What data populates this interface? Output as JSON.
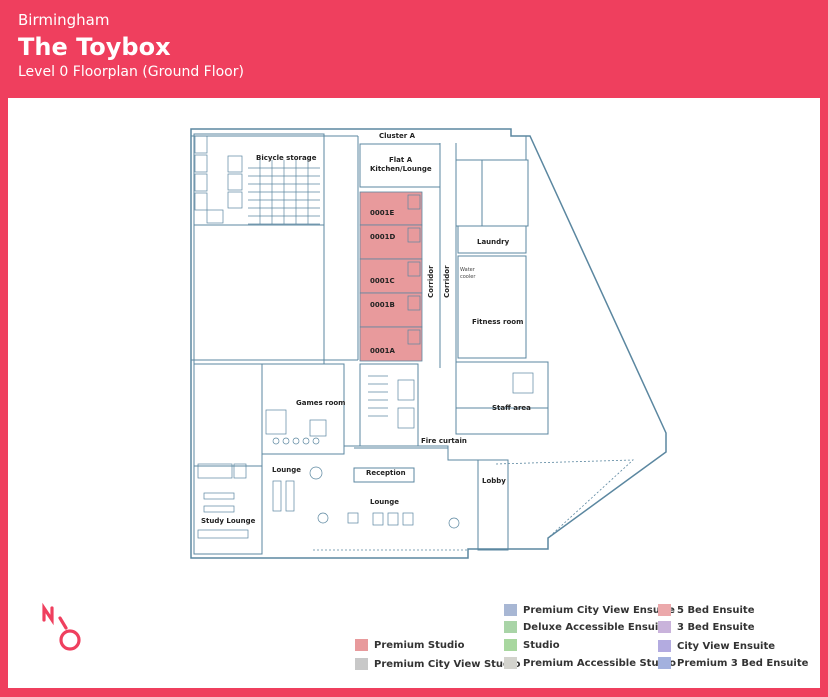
{
  "header": {
    "city": "Birmingham",
    "title": "The Toybox",
    "subtitle": "Level 0 Floorplan (Ground Floor)"
  },
  "plan": {
    "labels": {
      "cluster_a": "Cluster A",
      "bicycle_storage": "Bicycle storage",
      "flat_a_line1": "Flat A",
      "flat_a_line2": "Kitchen/Lounge",
      "laundry": "Laundry",
      "water_line1": "Water",
      "water_line2": "cooler",
      "fitness": "Fitness room",
      "corridor_1": "Corridor",
      "corridor_2": "Corridor",
      "games": "Games room",
      "staff": "Staff area",
      "fire": "Fire curtain",
      "reception": "Reception",
      "lounge_small": "Lounge",
      "lounge_main": "Lounge",
      "lobby": "Lobby",
      "study": "Study Lounge"
    },
    "rooms": [
      {
        "id": "0001E",
        "type": "Premium Studio"
      },
      {
        "id": "0001D",
        "type": "Premium Studio"
      },
      {
        "id": "0001C",
        "type": "Premium Studio"
      },
      {
        "id": "0001B",
        "type": "Premium Studio"
      },
      {
        "id": "0001A",
        "type": "Premium Studio"
      }
    ]
  },
  "legend": {
    "items": [
      {
        "label": "Premium Studio",
        "color": "#e89a9c"
      },
      {
        "label": "Premium City View Studio",
        "color": "#c8c8c8"
      },
      {
        "label": "Premium City View Ensuite",
        "color": "#a8b7d4"
      },
      {
        "label": "Deluxe Accessible Ensuite",
        "color": "#a9d4a7"
      },
      {
        "label": "Studio",
        "color": "#a8d79f"
      },
      {
        "label": "Premium Accessible Studio",
        "color": "#d3d3cd"
      },
      {
        "label": "5 Bed Ensuite",
        "color": "#eba8ab"
      },
      {
        "label": "3 Bed Ensuite",
        "color": "#c9b3db"
      },
      {
        "label": "City View Ensuite",
        "color": "#b3abe0"
      },
      {
        "label": "Premium 3 Bed Ensuite",
        "color": "#a3b1de"
      }
    ]
  },
  "colors": {
    "brand": "#ef3f5e",
    "wall": "#5b87a0",
    "premium_studio_fill": "#e89a9c"
  }
}
